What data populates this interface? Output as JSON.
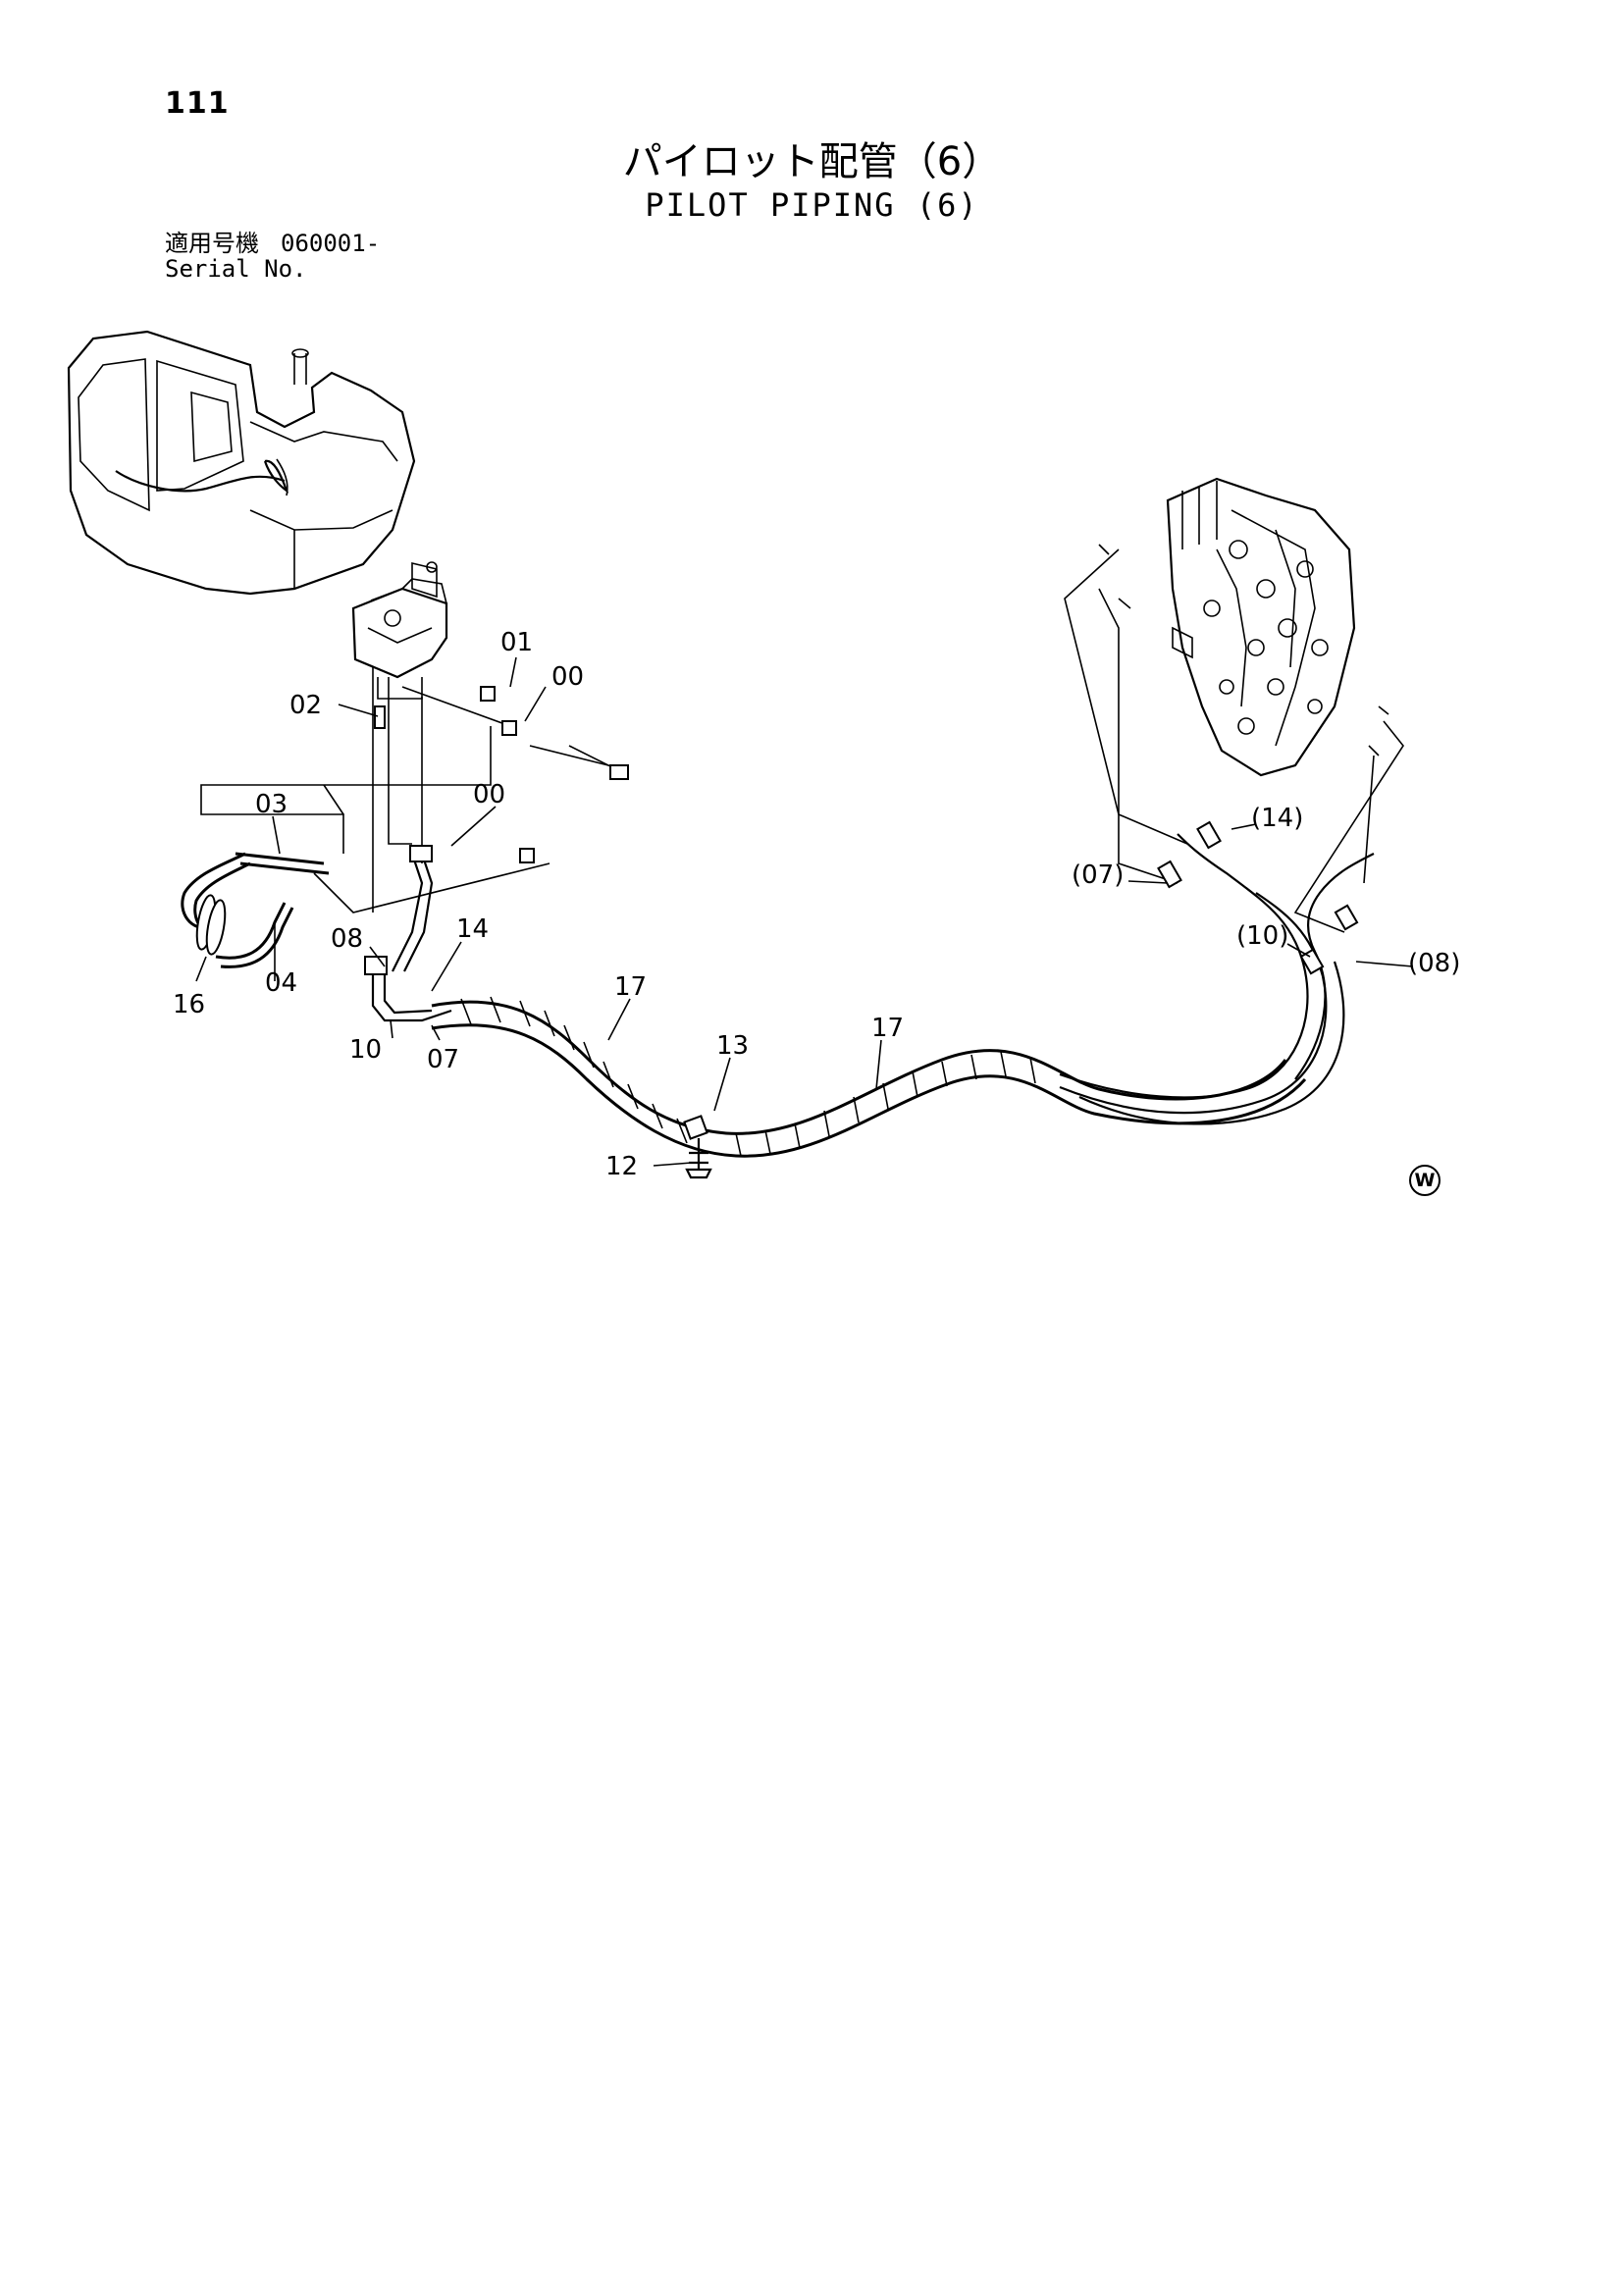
{
  "page_number": "111",
  "title_jp": "パイロット配管（6）",
  "title_en": "PILOT PIPING (6)",
  "serial": {
    "label_jp": "適用号機",
    "label_en": "Serial No.",
    "value": "060001-"
  },
  "callouts": [
    "00",
    "01",
    "02",
    "03",
    "00",
    "04",
    "16",
    "08",
    "14",
    "10",
    "07",
    "17",
    "13",
    "17",
    "12",
    "(14)",
    "(07)",
    "(10)",
    "(08)"
  ],
  "mark": "W",
  "icons": [
    "excavator-icon",
    "pilot-valve-icon",
    "control-valve-icon",
    "hose-assembly-icon"
  ]
}
